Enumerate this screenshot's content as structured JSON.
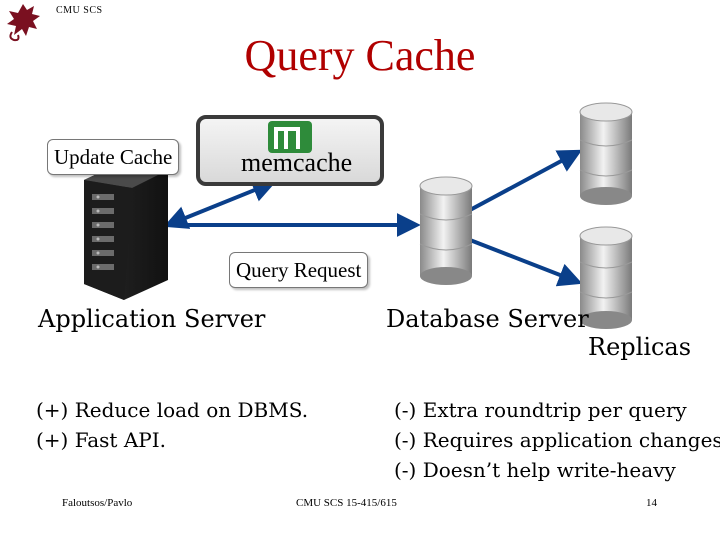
{
  "header": {
    "org": "CMU SCS",
    "title": "Query Cache"
  },
  "memcache": {
    "label": "memcache"
  },
  "callouts": {
    "update": "Update Cache",
    "query": "Query Request"
  },
  "labels": {
    "app_server": "Application Server",
    "db_server": "Database Server",
    "replicas": "Replicas"
  },
  "pros": [
    "(+)  Reduce load on DBMS.",
    "(+)  Fast API."
  ],
  "cons": [
    "(-)  Extra roundtrip per query",
    "(-)  Requires application changes",
    "(-) Doesn’t help write-heavy"
  ],
  "footer": {
    "left": "Faloutsos/Pavlo",
    "center": "CMU SCS 15-415/615",
    "page": "14"
  },
  "colors": {
    "title": "#b00000",
    "arrow": "#0a3f8a",
    "logo": "#7a1020",
    "memcache_logo": "#2e8b3a"
  }
}
